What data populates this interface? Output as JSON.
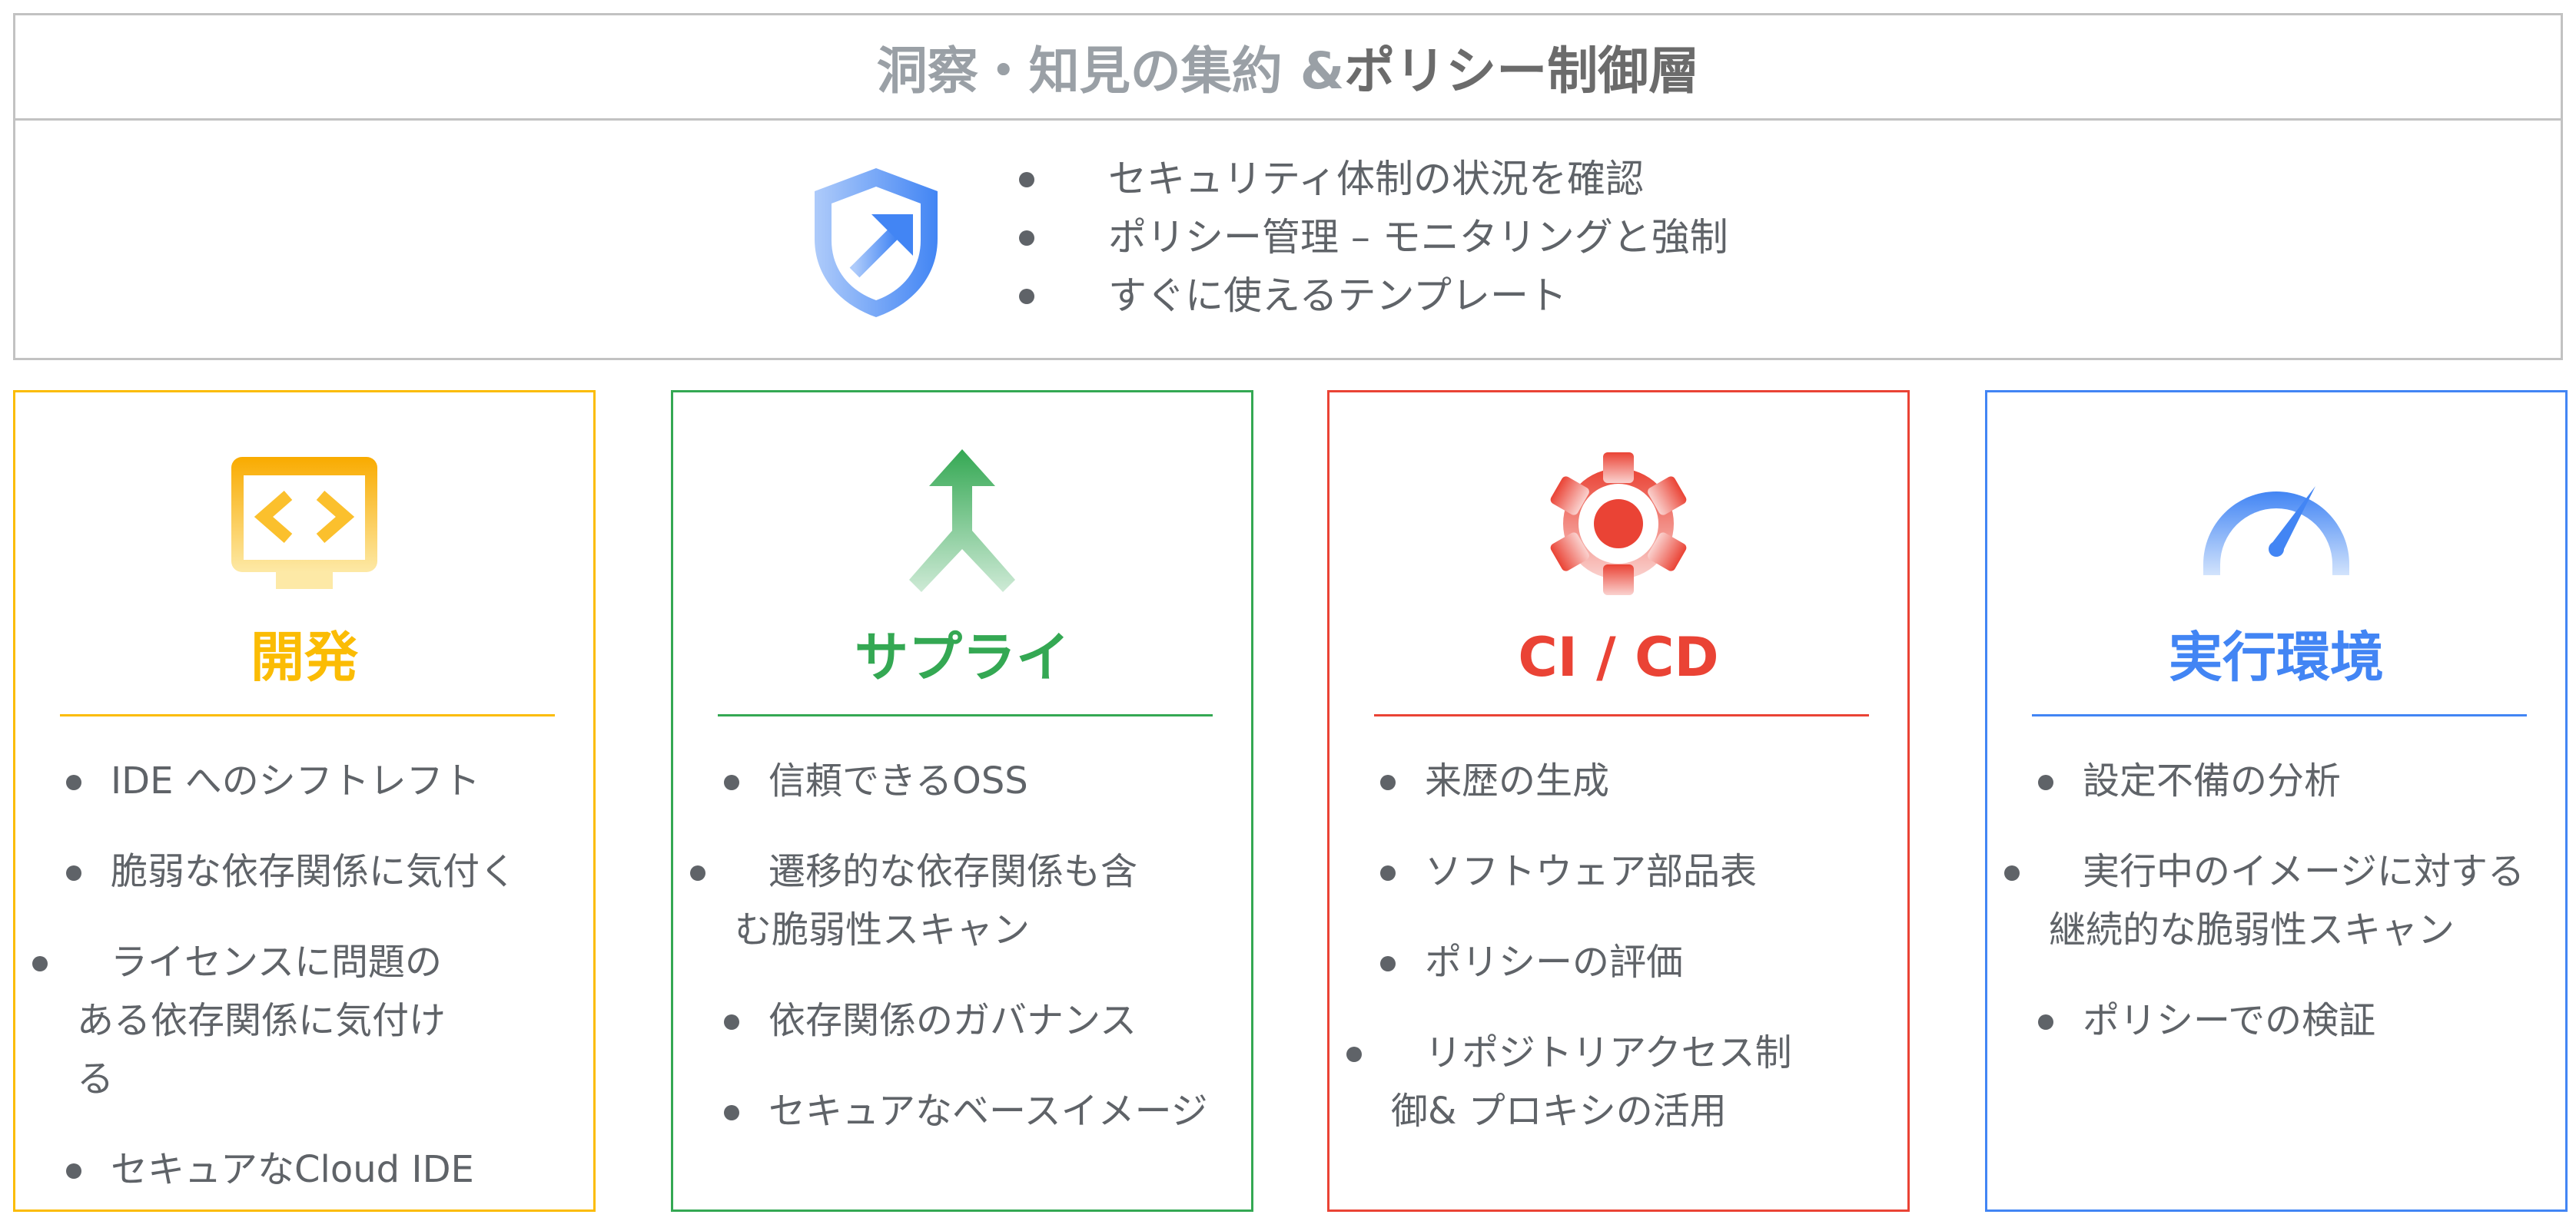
{
  "header": {
    "title_part_1": "洞察・知見の集約 & ",
    "title_part_2": "ポリシー制御層"
  },
  "policy": {
    "icon": "shield-arrow-icon",
    "items": [
      "セキュリティ体制の状況を確認",
      "ポリシー管理 – モニタリングと強制",
      "すぐに使えるテンプレート"
    ]
  },
  "colors": {
    "develop": "#fbbc04",
    "supply": "#34a853",
    "cicd": "#ea4335",
    "runtime": "#4285f4",
    "text": "#5f6368",
    "border": "#c2c2c2"
  },
  "cards": [
    {
      "title": "開発",
      "icon": "code-monitor-icon",
      "items": [
        "IDE へのシフトレフト",
        "脆弱な依存関係に気付く",
        "ライセンスに問題のある依存関係に気付ける",
        "セキュアなCloud IDE"
      ]
    },
    {
      "title": "サプライ",
      "icon": "merge-arrow-icon",
      "items": [
        "信頼できるOSS",
        "遷移的な依存関係も含む脆弱性スキャン",
        "依存関係のガバナンス",
        "セキュアなベースイメージ"
      ]
    },
    {
      "title": "CI / CD",
      "icon": "gear-icon",
      "items": [
        "来歴の生成",
        "ソフトウェア部品表",
        "ポリシーの評価",
        "リポジトリアクセス制御& プロキシの活用"
      ]
    },
    {
      "title": "実行環境",
      "icon": "speedometer-icon",
      "items": [
        "設定不備の分析",
        "実行中のイメージに対する継続的な脆弱性スキャン",
        "ポリシーでの検証"
      ]
    }
  ]
}
